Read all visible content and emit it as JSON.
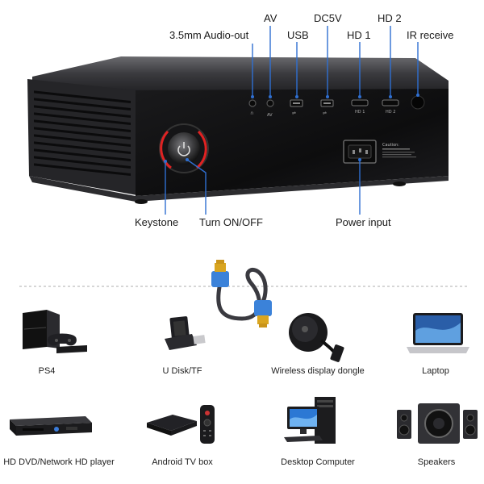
{
  "callouts": {
    "audio_out": "3.5mm Audio-out",
    "av": "AV",
    "usb": "USB",
    "dc5v": "DC5V",
    "hd1": "HD 1",
    "hd2": "HD 2",
    "ir": "IR receive",
    "keystone": "Keystone",
    "power_button": "Turn ON/OFF",
    "power_input": "Power input"
  },
  "port_labels": {
    "av": "AV",
    "hd1": "HD 1",
    "hd2": "HD 2",
    "caution": "Caution:"
  },
  "devices": [
    {
      "label": "PS4",
      "icon": "game-console-icon"
    },
    {
      "label": "U Disk/TF",
      "icon": "usb-flash-drive-icon"
    },
    {
      "label": "Wireless display dongle",
      "icon": "wireless-dongle-icon"
    },
    {
      "label": "Laptop",
      "icon": "laptop-icon"
    },
    {
      "label": "HD DVD/Network HD player",
      "icon": "dvd-player-icon"
    },
    {
      "label": "Android TV box",
      "icon": "tv-box-icon"
    },
    {
      "label": "Desktop Computer",
      "icon": "desktop-computer-icon"
    },
    {
      "label": "Speakers",
      "icon": "speakers-icon"
    }
  ],
  "colors": {
    "callout_line": "#2f6fd1",
    "hdmi_blue": "#3b82d9",
    "hdmi_gold": "#d9a520",
    "body_dark": "#1b1b1d"
  }
}
